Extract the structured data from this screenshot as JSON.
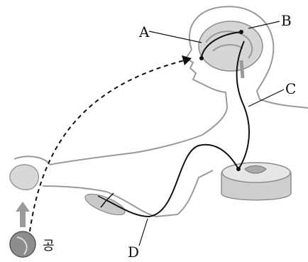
{
  "labels": {
    "a": "A",
    "b": "B",
    "c": "C",
    "d": "D",
    "ball": "공"
  },
  "colors": {
    "outline": "#9a9a9a",
    "brain": "#bdbdbd",
    "nerve": "#111111",
    "arrow": "#8a8a8a",
    "cord": "#c9c9c9"
  }
}
